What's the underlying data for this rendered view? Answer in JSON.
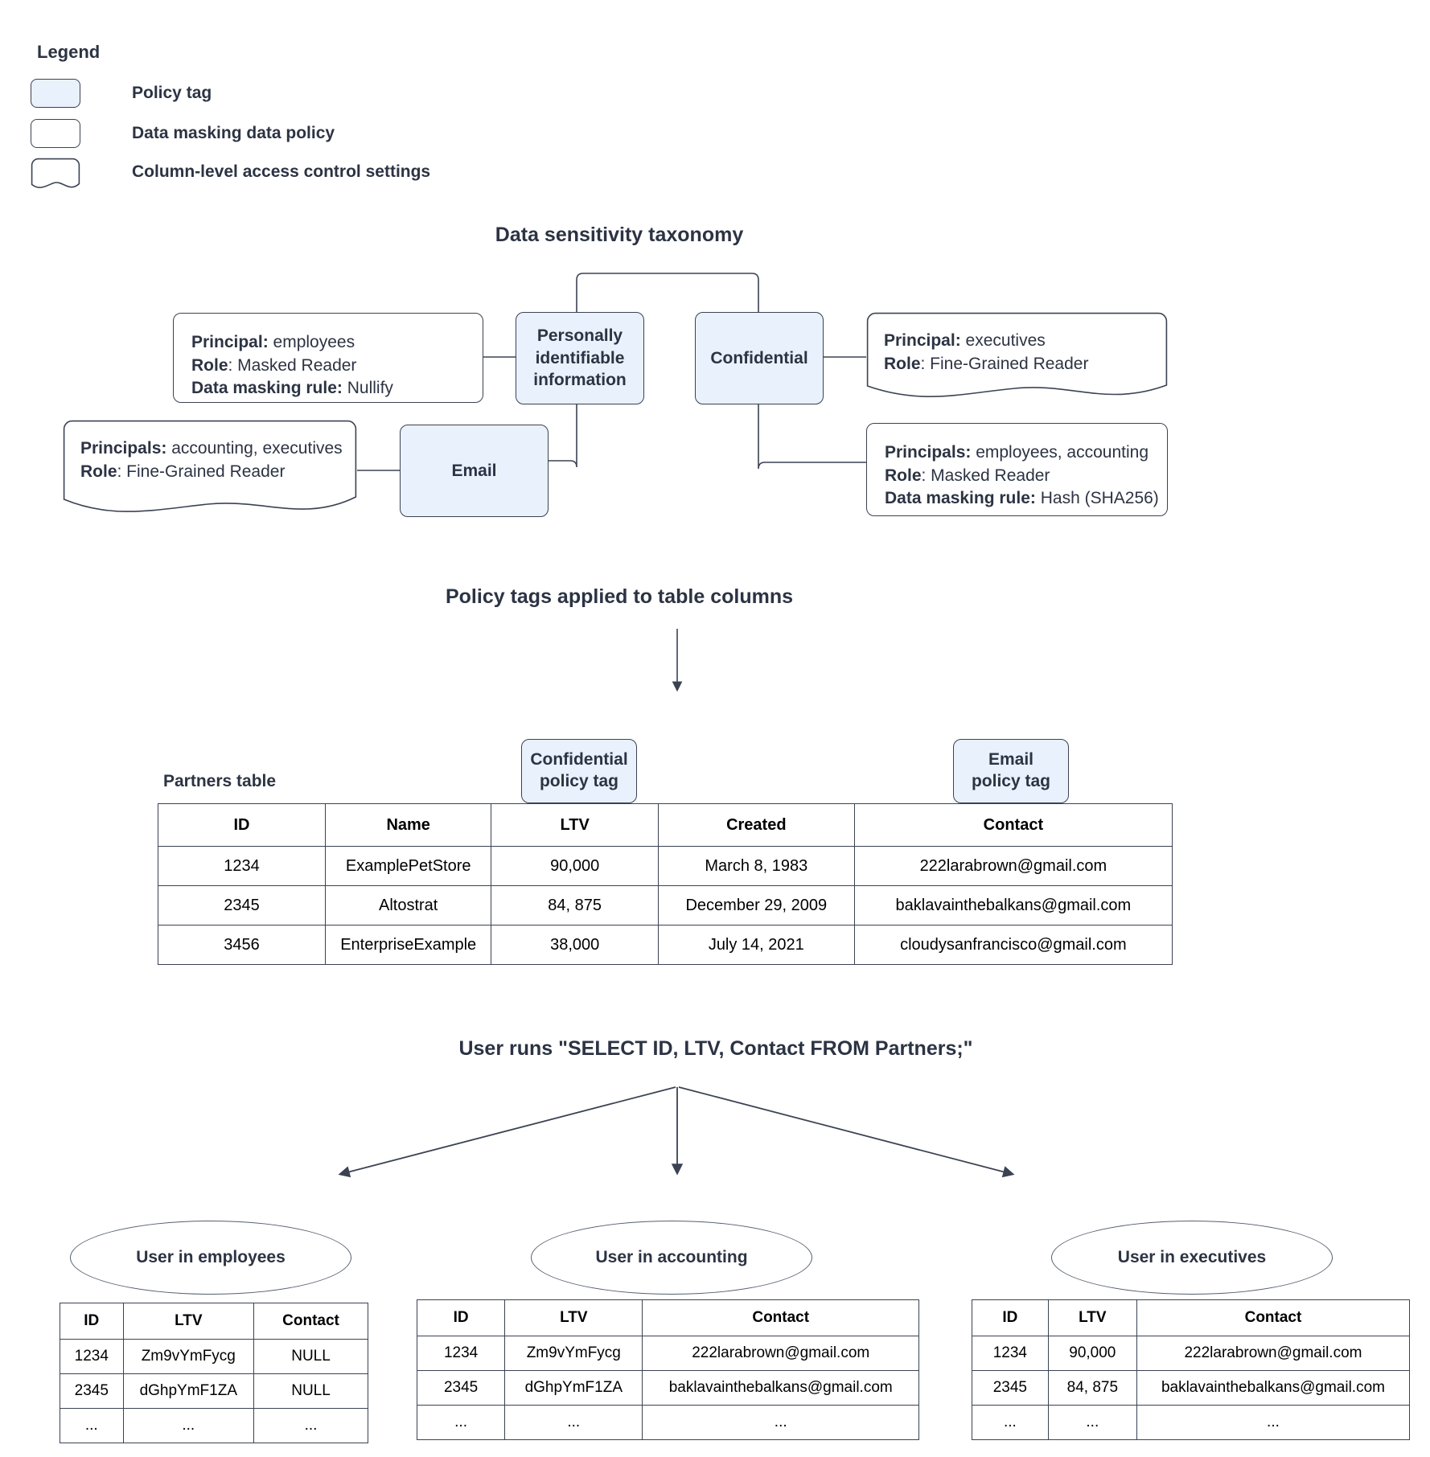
{
  "legend": {
    "title": "Legend",
    "items": [
      {
        "label": "Policy tag",
        "shape": "rounded-rect-filled"
      },
      {
        "label": "Data masking data policy",
        "shape": "rounded-rect"
      },
      {
        "label": "Column-level access control settings",
        "shape": "document-wavy"
      }
    ]
  },
  "colors": {
    "policy_tag_fill": "#e9f1fd",
    "stroke": "#3b4252",
    "text": "#2c3343"
  },
  "taxonomy": {
    "title": "Data sensitivity taxonomy",
    "tags": [
      {
        "id": "pii",
        "label": "Personally identifiable information"
      },
      {
        "id": "confidential",
        "label": "Confidential"
      },
      {
        "id": "email",
        "label": "Email"
      }
    ],
    "policies": [
      {
        "id": "pii-masking",
        "type": "data-masking-policy",
        "lines": [
          {
            "key": "Principal:",
            "value": " employees"
          },
          {
            "key": "Role",
            "value": ": Masked Reader"
          },
          {
            "key": "Data masking rule:",
            "value": " Nullify"
          }
        ]
      },
      {
        "id": "email-access",
        "type": "column-level-access-control",
        "lines": [
          {
            "key": "Principals:",
            "value": " accounting, executives"
          },
          {
            "key": "Role",
            "value": ": Fine-Grained Reader"
          }
        ]
      },
      {
        "id": "confidential-access",
        "type": "column-level-access-control",
        "lines": [
          {
            "key": "Principal:",
            "value": " executives"
          },
          {
            "key": "Role",
            "value": ": Fine-Grained Reader"
          }
        ]
      },
      {
        "id": "confidential-masking",
        "type": "data-masking-policy",
        "lines": [
          {
            "key": "Principals:",
            "value": " employees, accounting"
          },
          {
            "key": "Role",
            "value": ": Masked Reader"
          },
          {
            "key": "Data masking rule:",
            "value": " Hash (SHA256)"
          }
        ]
      }
    ]
  },
  "applied": {
    "title": "Policy tags applied to table columns",
    "table_caption": "Partners table",
    "column_tags": [
      {
        "label": "Confidential\npolicy tag",
        "line1": "Confidential",
        "line2": "policy tag",
        "applies_to": "LTV"
      },
      {
        "label": "Email\npolicy tag",
        "line1": "Email",
        "line2": "policy tag",
        "applies_to": "Contact"
      }
    ],
    "partners_table": {
      "headers": [
        "ID",
        "Name",
        "LTV",
        "Created",
        "Contact"
      ],
      "rows": [
        [
          "1234",
          "ExamplePetStore",
          "90,000",
          "March 8, 1983",
          "222larabrown@gmail.com"
        ],
        [
          "2345",
          "Altostrat",
          "84, 875",
          "December 29, 2009",
          "baklavainthebalkans@gmail.com"
        ],
        [
          "3456",
          "EnterpriseExample",
          "38,000",
          "July 14, 2021",
          "cloudysanfrancisco@gmail.com"
        ]
      ]
    }
  },
  "query": {
    "title": "User runs \"SELECT ID, LTV, Contact FROM Partners;\"",
    "results": [
      {
        "role_label": "User in employees",
        "headers": [
          "ID",
          "LTV",
          "Contact"
        ],
        "rows": [
          [
            "1234",
            "Zm9vYmFycg",
            "NULL"
          ],
          [
            "2345",
            "dGhpYmF1ZA",
            "NULL"
          ],
          [
            "...",
            "...",
            "..."
          ]
        ]
      },
      {
        "role_label": "User in accounting",
        "headers": [
          "ID",
          "LTV",
          "Contact"
        ],
        "rows": [
          [
            "1234",
            "Zm9vYmFycg",
            "222larabrown@gmail.com"
          ],
          [
            "2345",
            "dGhpYmF1ZA",
            "baklavainthebalkans@gmail.com"
          ],
          [
            "...",
            "...",
            "..."
          ]
        ]
      },
      {
        "role_label": "User in executives",
        "headers": [
          "ID",
          "LTV",
          "Contact"
        ],
        "rows": [
          [
            "1234",
            "90,000",
            "222larabrown@gmail.com"
          ],
          [
            "2345",
            "84, 875",
            "baklavainthebalkans@gmail.com"
          ],
          [
            "...",
            "...",
            "..."
          ]
        ]
      }
    ]
  }
}
